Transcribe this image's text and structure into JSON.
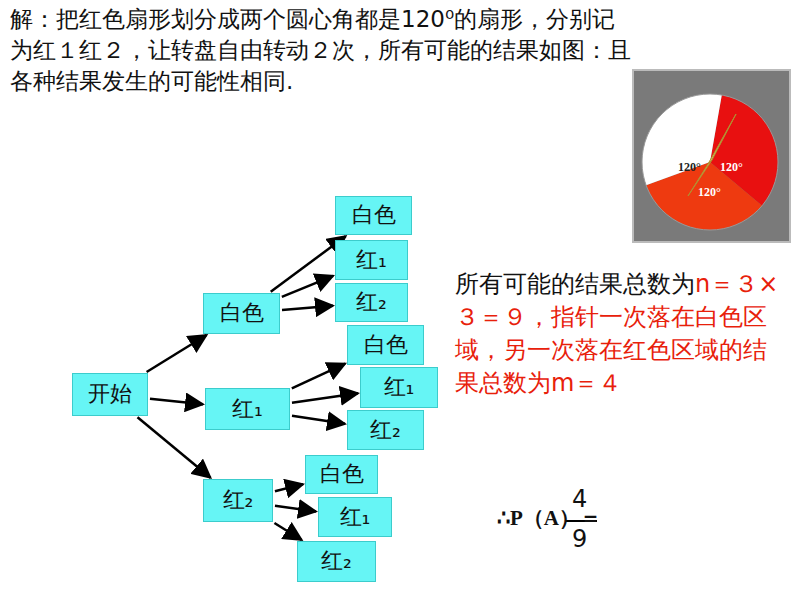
{
  "diagram": {
    "nodes": [
      {
        "text": [
          "开始"
        ]
      },
      {
        "text": [
          "白色"
        ]
      },
      {
        "text": [
          "红₁"
        ]
      },
      {
        "text": [
          "红₂"
        ]
      },
      {
        "text": [
          "白色"
        ]
      },
      {
        "text": [
          "红₁"
        ]
      },
      {
        "text": [
          "红₂"
        ]
      },
      {
        "text": [
          "白色"
        ]
      },
      {
        "text": [
          "红₁"
        ]
      },
      {
        "text": [
          "红₂"
        ]
      },
      {
        "text": [
          "白色"
        ]
      },
      {
        "text": [
          "红₁"
        ]
      },
      {
        "text": [
          "红₂"
        ]
      }
    ],
    "edges": [
      {
        "from": 0,
        "to": 1,
        "arrow": "to"
      },
      {
        "from": 0,
        "to": 2,
        "arrow": "to"
      },
      {
        "from": 0,
        "to": 3,
        "arrow": "to"
      },
      {
        "from": 1,
        "to": 4,
        "arrow": "to"
      },
      {
        "from": 1,
        "to": 5,
        "arrow": "to"
      },
      {
        "from": 1,
        "to": 6,
        "arrow": "to"
      },
      {
        "from": 2,
        "to": 7,
        "arrow": "to"
      },
      {
        "from": 2,
        "to": 8,
        "arrow": "to"
      },
      {
        "from": 2,
        "to": 9,
        "arrow": "to"
      },
      {
        "from": 3,
        "to": 10,
        "arrow": "to"
      },
      {
        "from": 3,
        "to": 11,
        "arrow": "to"
      },
      {
        "from": 3,
        "to": 12,
        "arrow": "to"
      }
    ],
    "labels": [
      "解：把红色扇形划分成两个圆心角都是120⁰的扇形，分别记为红１红２，让转盘自由转动２次，所有可能的结果如图：且各种结果发生的可能性相同.",
      "所有可能的结果总数为",
      "n＝３×３＝９，指针一次落在白色区域，另一次落在红色区域的结果总数为m＝４",
      "∴P（A）＝",
      "4",
      "9",
      "120°",
      "120°",
      "120°"
    ]
  }
}
